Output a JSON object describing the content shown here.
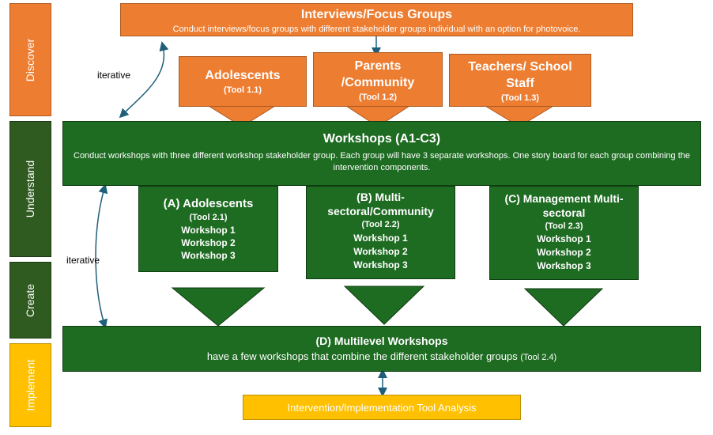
{
  "phases": {
    "discover": "Discover",
    "understand": "Understand",
    "create": "Create",
    "implement": "Implement"
  },
  "top": {
    "title": "Interviews/Focus Groups",
    "desc": "Conduct interviews/focus groups with different stakeholder groups individual with an option for photovoice."
  },
  "groups": [
    {
      "name": "Adolescents",
      "tool": "(Tool 1.1)"
    },
    {
      "name": "Parents /Community",
      "tool": "(Tool 1.2)"
    },
    {
      "name": "Teachers/ School Staff",
      "tool": "(Tool 1.3)"
    }
  ],
  "workshops": {
    "title": "Workshops (A1-C3)",
    "desc": "Conduct workshops with three different workshop stakeholder group. Each group will have 3 separate workshops. One story board for each group combining the intervention components."
  },
  "tracks": [
    {
      "name": "(A) Adolescents",
      "tool": "(Tool 2.1)",
      "w1": "Workshop 1",
      "w2": "Workshop 2",
      "w3": "Workshop 3"
    },
    {
      "name": "(B) Multi-sectoral/Community",
      "tool": "(Tool 2.2)",
      "w1": "Workshop 1",
      "w2": "Workshop 2",
      "w3": "Workshop 3"
    },
    {
      "name": "(C) Management Multi-sectoral",
      "tool": "(Tool 2.3)",
      "w1": "Workshop 1",
      "w2": "Workshop 2",
      "w3": "Workshop 3"
    }
  ],
  "multilevel": {
    "title": "(D) Multilevel Workshops",
    "desc": "have a few workshops that combine the different stakeholder groups",
    "tool": "(Tool 2.4)"
  },
  "analysis": "Intervention/Implementation Tool Analysis",
  "iterative_top": "iterative",
  "iterative_bottom": "iterative",
  "colors": {
    "orange": "#ed7d31",
    "green": "#1e6b22",
    "yellow": "#ffc000",
    "sidebar_green": "#2f5a20"
  }
}
